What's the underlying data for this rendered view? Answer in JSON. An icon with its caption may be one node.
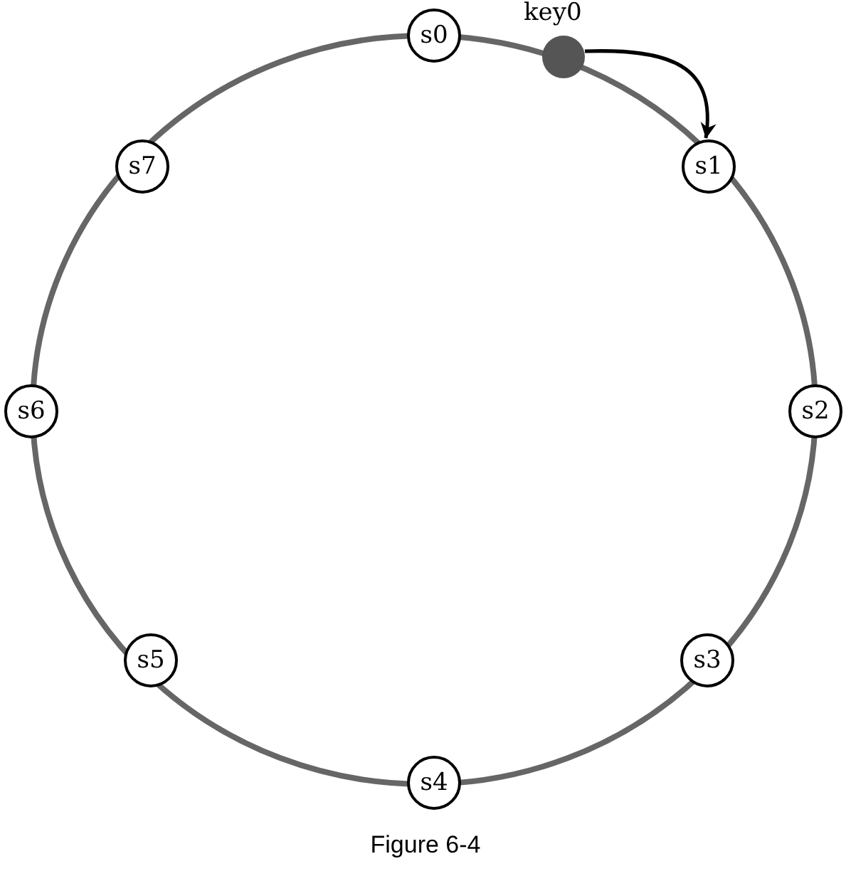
{
  "diagram": {
    "caption": "Figure 6-4",
    "nodes": [
      {
        "text": [
          "s0"
        ]
      },
      {
        "text": [
          "s1"
        ]
      },
      {
        "text": [
          "s2"
        ]
      },
      {
        "text": [
          "s3"
        ]
      },
      {
        "text": [
          "s4"
        ]
      },
      {
        "text": [
          "s5"
        ]
      },
      {
        "text": [
          "s6"
        ]
      },
      {
        "text": [
          "s7"
        ]
      },
      {
        "text": [],
        "shape": "circle",
        "beside": [
          "key0"
        ]
      }
    ],
    "edges": [
      {
        "from": 8,
        "to": 1,
        "arrow": "to"
      }
    ]
  }
}
